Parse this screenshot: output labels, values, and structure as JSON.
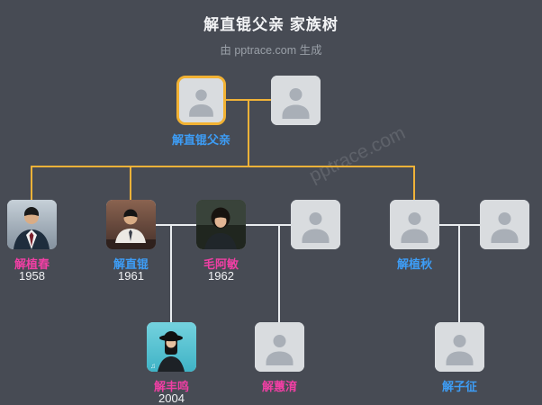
{
  "header": {
    "title": "解直锟父亲 家族树",
    "subtitle": "由 pptrace.com 生成"
  },
  "watermark": "pptrace.com",
  "colors": {
    "background": "#474b54",
    "male_label": "#3d9df6",
    "female_label": "#f03fa4",
    "root_line": "#f0b238",
    "line": "#e9ecef",
    "year_text": "#f1f2f4",
    "avatar_bg": "#d9dcdf",
    "avatar_icon": "#a9afb7"
  },
  "people": {
    "root": {
      "name": "解直锟父亲"
    },
    "xie_zhichun": {
      "name": "解植春",
      "year": "1958"
    },
    "xie_zhikun": {
      "name": "解直锟",
      "year": "1961"
    },
    "mao_amin": {
      "name": "毛阿敏",
      "year": "1962"
    },
    "xie_zhiqiu": {
      "name": "解植秋"
    },
    "xie_fengming": {
      "name": "解丰鸣",
      "year": "2004"
    },
    "xie_huiyu": {
      "name": "解蕙淯"
    },
    "xie_zizheng": {
      "name": "解子征"
    }
  }
}
